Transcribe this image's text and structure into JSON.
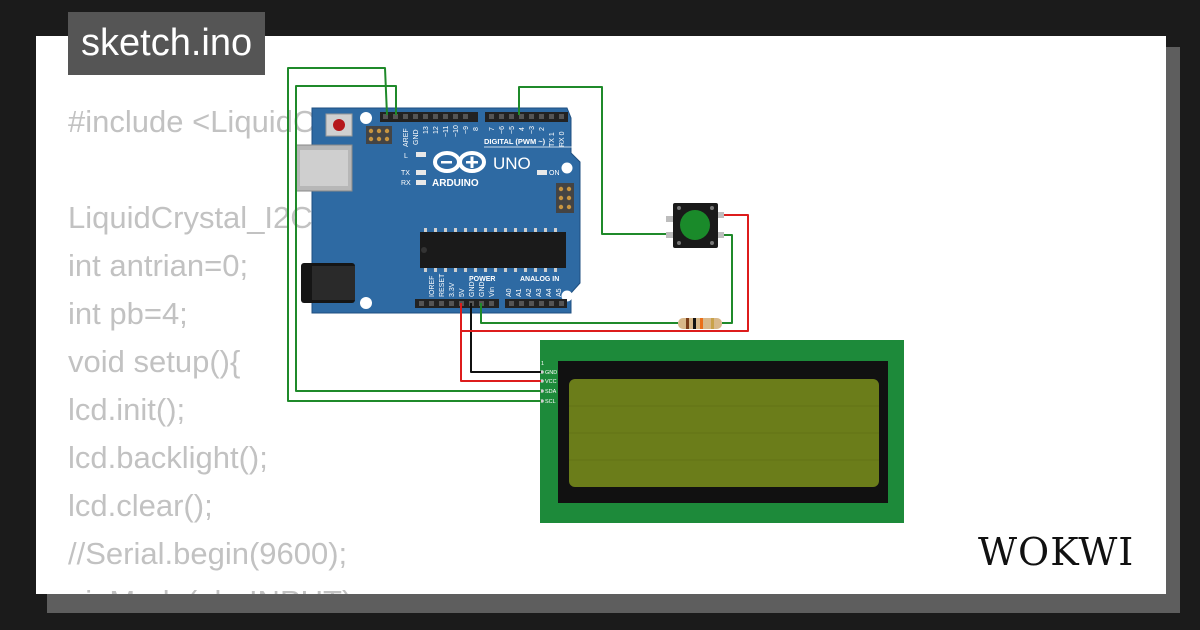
{
  "header": {
    "title": "sketch.ino"
  },
  "editor": {
    "lines": [
      "#include <LiquidCrystal_I2C.h>",
      "",
      "LiquidCrystal_I2C lcd(0x27,16,2);",
      "int antrian=0;",
      "int pb=4;",
      "void setup(){",
      "lcd.init();",
      "lcd.backlight();",
      "lcd.clear();",
      "//Serial.begin(9600);",
      "pinMode(pb, INPUT);"
    ]
  },
  "arduino": {
    "brand": "ARDUINO",
    "model": "UNO",
    "digital_label": "DIGITAL (PWM ~)",
    "power_label": "POWER",
    "analog_label": "ANALOG IN",
    "on_label": "ON",
    "led_l": "L",
    "led_tx": "TX",
    "led_rx": "RX",
    "pin_aref": "AREF",
    "pin_gnd": "GND",
    "pin_13": "13",
    "pin_12": "12",
    "pin_11": "~11",
    "pin_10": "~10",
    "pin_9": "~9",
    "pin_8": "8",
    "pin_7": "7",
    "pin_6": "~6",
    "pin_5": "~5",
    "pin_4": "4",
    "pin_3": "~3",
    "pin_2": "2",
    "pin_tx1": "TX 1",
    "pin_rx0": "RX 0",
    "pin_ioref": "IOREF",
    "pin_reset": "RESET",
    "pin_33v": "3.3V",
    "pin_5v": "5V",
    "pin_gnd1": "GND",
    "pin_gnd2": "GND",
    "pin_vin": "Vin",
    "pin_a0": "A0",
    "pin_a1": "A1",
    "pin_a2": "A2",
    "pin_a3": "A3",
    "pin_a4": "A4",
    "pin_a5": "A5"
  },
  "lcd_module": {
    "pin_1": "1",
    "pin_gnd": "GND",
    "pin_vcc": "VCC",
    "pin_sda": "SDA",
    "pin_scl": "SCL"
  },
  "logo": {
    "text": "WOKWI"
  },
  "colors": {
    "board": "#2e6aa3",
    "pcb_green": "#1d8a3a",
    "lcd_screen": "#6b7d1a",
    "wire_green": "#1f8a2a",
    "wire_red": "#dd1c1c",
    "wire_black": "#111111",
    "button_cap": "#1a8a2a"
  }
}
